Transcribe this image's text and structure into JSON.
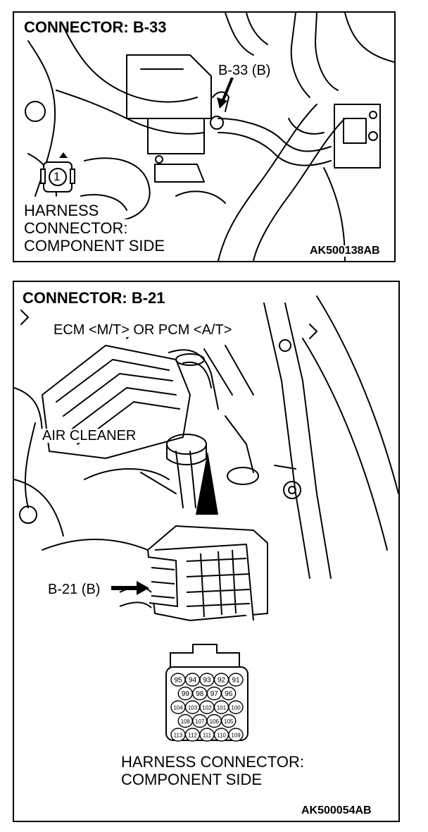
{
  "connector1": {
    "title": "CONNECTOR: B-33",
    "callout": "B-33 (B)",
    "pin_label": "1",
    "harness_line1": "HARNESS",
    "harness_line2": "CONNECTOR:",
    "harness_line3": "COMPONENT SIDE",
    "code": "AK500138AB"
  },
  "connector2": {
    "title": "CONNECTOR: B-21",
    "ecm_label": "ECM <M/T> OR PCM <A/T>",
    "air_cleaner_label": "AIR CLEANER",
    "callout": "B-21 (B)",
    "pin_rows": [
      [
        "95",
        "94",
        "93",
        "92",
        "91"
      ],
      [
        "99",
        "98",
        "97",
        "96"
      ],
      [
        "104",
        "103",
        "102",
        "101",
        "100"
      ],
      [
        "108",
        "107",
        "106",
        "105"
      ],
      [
        "113",
        "112",
        "111",
        "110",
        "109"
      ]
    ],
    "harness_line1": "HARNESS CONNECTOR:",
    "harness_line2": "COMPONENT SIDE",
    "code": "AK500054AB"
  }
}
